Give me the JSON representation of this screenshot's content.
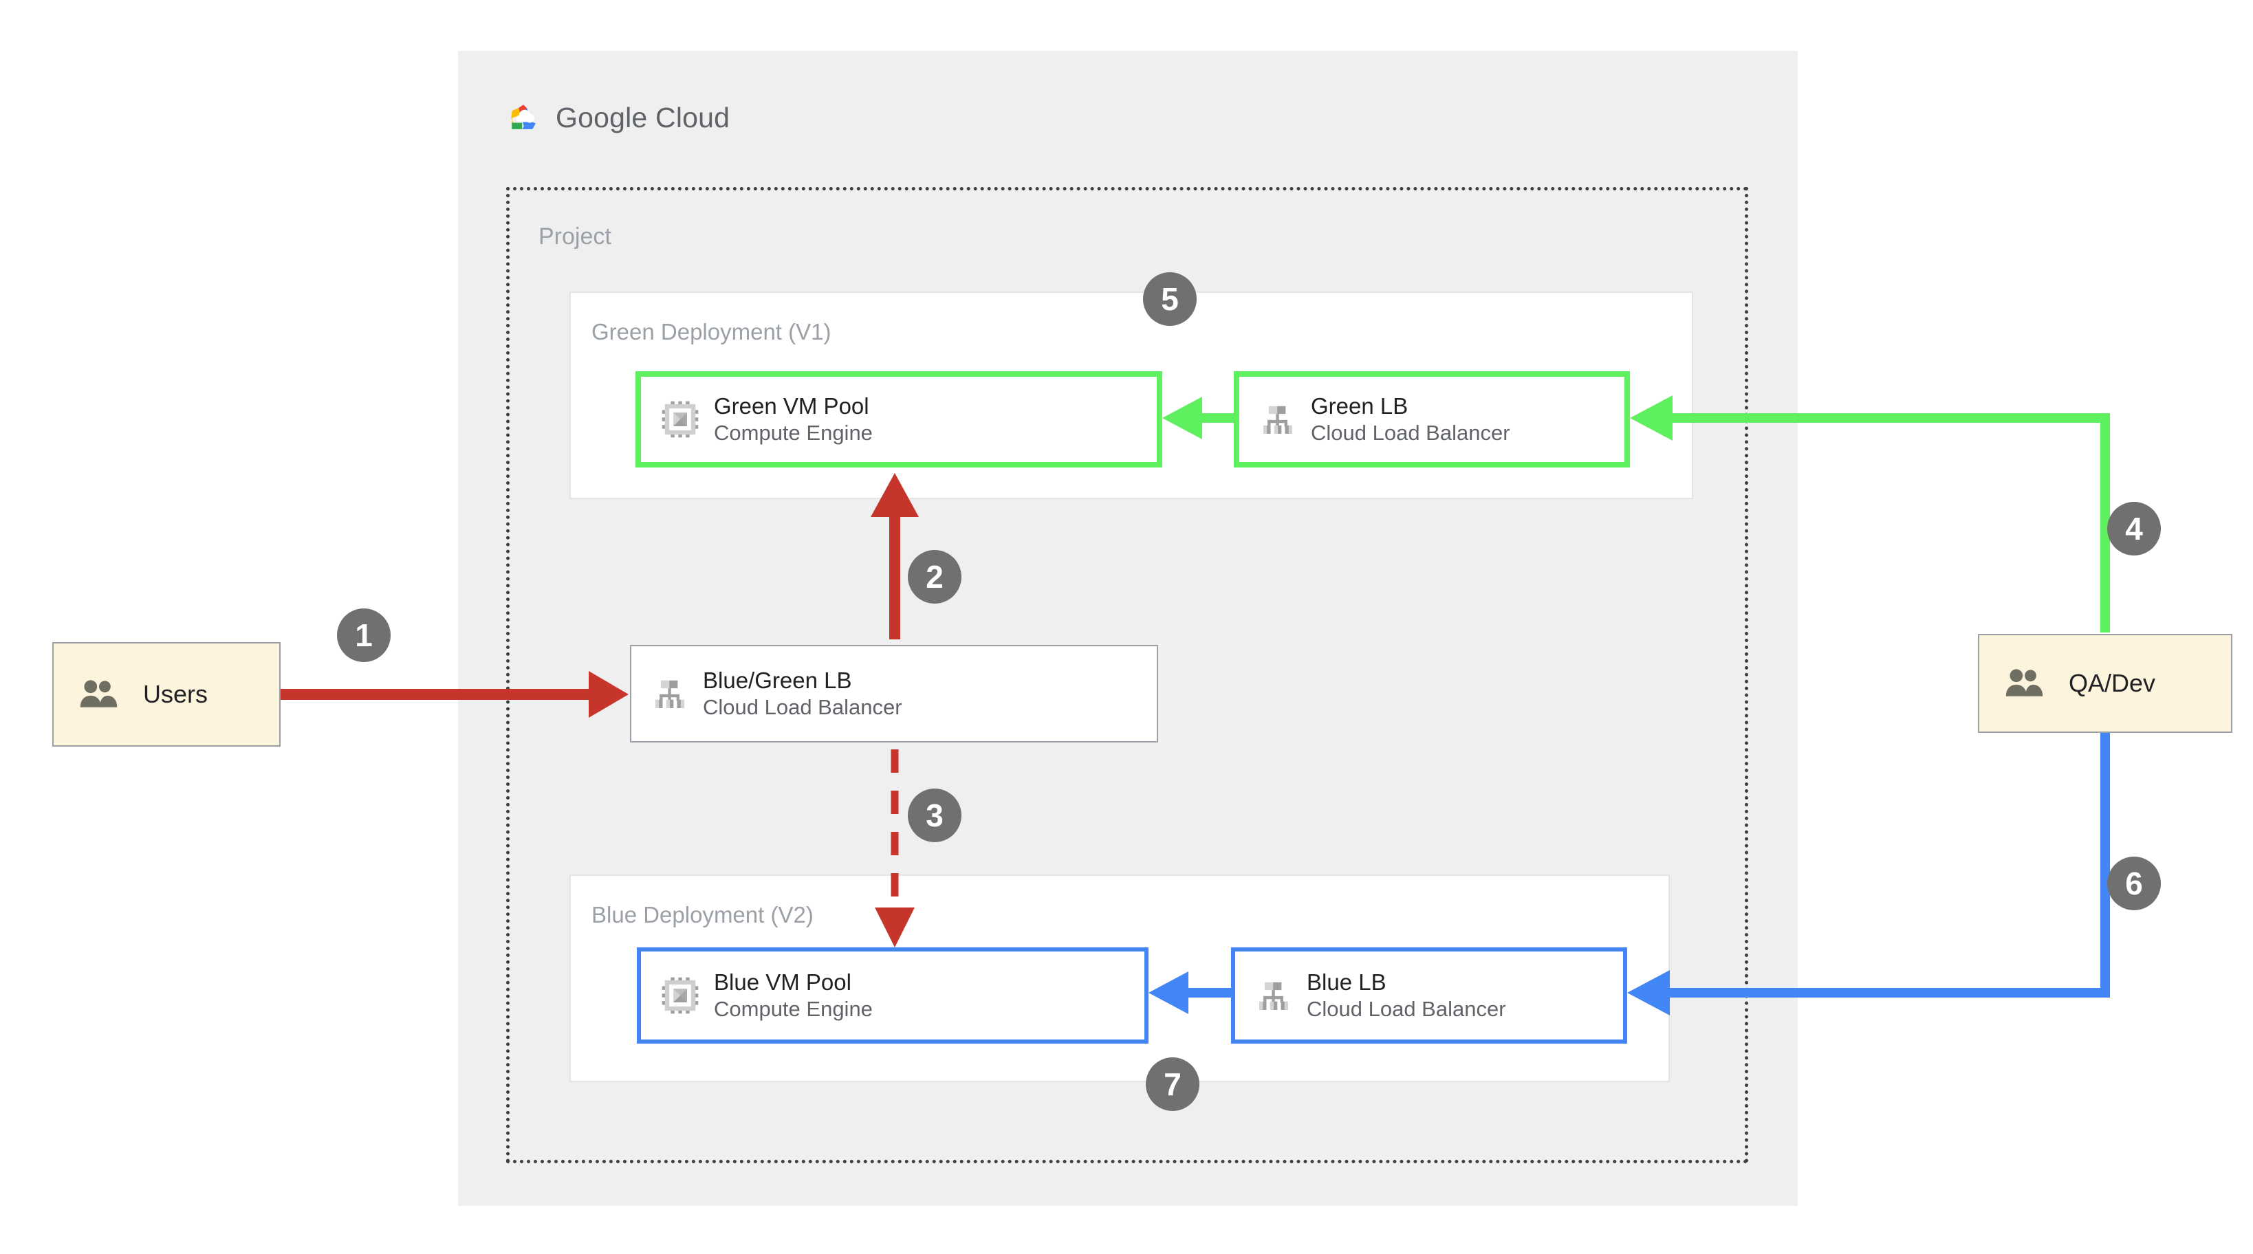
{
  "brand": {
    "logo_icon": "google-cloud-logo-icon",
    "name_part1": "Google",
    "name_part2": "Cloud"
  },
  "project": {
    "label": "Project"
  },
  "deployments": [
    {
      "id": "green",
      "title": "Green Deployment (V1)",
      "accent_color": "#5ff05f",
      "cards": [
        {
          "id": "green-vm",
          "icon": "compute-engine-chip-icon",
          "title": "Green VM Pool",
          "subtitle": "Compute Engine"
        },
        {
          "id": "green-lb",
          "icon": "cloud-load-balancer-icon",
          "title": "Green LB",
          "subtitle": "Cloud Load Balancer"
        }
      ]
    },
    {
      "id": "blue",
      "title": "Blue Deployment (V2)",
      "accent_color": "#4285f4",
      "cards": [
        {
          "id": "blue-vm",
          "icon": "compute-engine-chip-icon",
          "title": "Blue VM Pool",
          "subtitle": "Compute Engine"
        },
        {
          "id": "blue-lb",
          "icon": "cloud-load-balancer-icon",
          "title": "Blue LB",
          "subtitle": "Cloud Load Balancer"
        }
      ]
    }
  ],
  "router": {
    "id": "blue-green-lb",
    "icon": "cloud-load-balancer-icon",
    "title": "Blue/Green LB",
    "subtitle": "Cloud Load Balancer"
  },
  "actors": [
    {
      "id": "users",
      "icon": "people-icon",
      "label": "Users"
    },
    {
      "id": "qa-dev",
      "icon": "people-icon",
      "label": "QA/Dev"
    }
  ],
  "steps": [
    {
      "n": "1"
    },
    {
      "n": "2"
    },
    {
      "n": "3"
    },
    {
      "n": "4"
    },
    {
      "n": "5"
    },
    {
      "n": "6"
    },
    {
      "n": "7"
    }
  ],
  "colors": {
    "traffic_red": "#c5352c",
    "green_accent": "#5ff05f",
    "blue_accent": "#4285f4",
    "badge_gray": "#70706f",
    "panel_gray": "#efefef",
    "actor_cream": "#fdf4dd",
    "muted_text": "#9aa0a6",
    "body_text": "#202124",
    "sub_text": "#5f6368"
  }
}
